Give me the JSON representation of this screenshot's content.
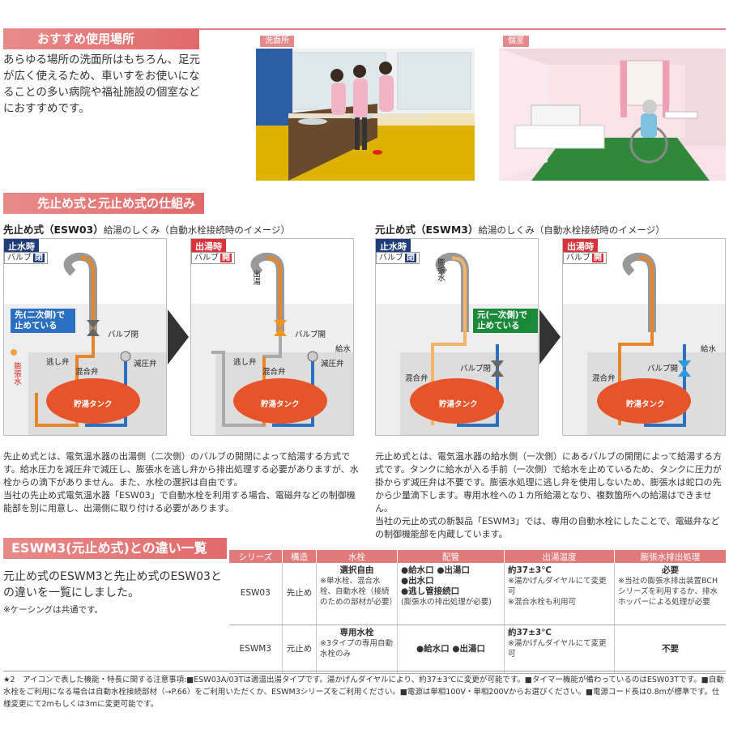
{
  "section1": {
    "title": "おすすめ使用場所",
    "intro": "あらゆる場所の洗面所はもちろん、足元が広く使えるため、車いすをお使いになることの多い病院や福祉施設の個室などにおすすめです。",
    "photo1_label": "洗面所",
    "photo2_label": "個室"
  },
  "section2": {
    "title": "先止め式と元止め式の仕組み",
    "left_heading": "先止め式（ESW03）",
    "left_heading_sub": "給湯のしくみ（自動水栓接続時のイメージ）",
    "right_heading": "元止め式（ESWM3）",
    "right_heading_sub": "給湯のしくみ（自動水栓接続時のイメージ）",
    "stop_tag": "止水時",
    "flow_tag": "出湯時",
    "valve_label": "バルブ",
    "valve_closed": "閉",
    "valve_open": "開",
    "callout_left": "先(二次側)で止めている",
    "callout_right": "元(一次側)で止めている",
    "labels": {
      "valve_closed": "バルブ閉",
      "valve_open": "バルブ開",
      "relief": "逃し弁",
      "reducing": "減圧弁",
      "mixing": "混合弁",
      "tank": "貯湯タンク",
      "expansion": "膨張水",
      "outlet": "出湯",
      "inlet": "給水"
    },
    "left_text": "先止め式とは、電気温水器の出湯側（二次側）のバルブの開閉によって給湯する方式です。給水圧力を減圧弁で減圧し、膨張水を逃し弁から排出処理する必要がありますが、水栓からの滴下がありません。また、水栓の選択は自由です。\n当社の先止め式電気温水器「ESW03」で自動水栓を利用する場合、電磁弁などの制御機能部を別に用意し、出湯側に取り付ける必要があります。",
    "right_text": "元止め式とは、電気温水器の給水側（一次側）にあるバルブの開閉によって給湯する方式です。タンクに給水が入る手前（一次側）で給水を止めているため、タンクに圧力が掛からず減圧弁は不要です。膨張水処理に逃し弁を使用しないため、膨張水は蛇口の先から少量滴下します。専用水栓への１カ所給湯となり、複数箇所への給湯はできません。\n当社の元止め式の新製品「ESWM3」では、専用の自動水栓にしたことで、電磁弁などの制御機能部を内蔵しています。"
  },
  "section3": {
    "title": "ESWM3(元止め式)との違い一覧",
    "note": "元止め式のESWM3と先止め式のESW03との違いを一覧にしました。",
    "note_small": "※ケーシングは共通です。",
    "headers": [
      "シリーズ",
      "構造",
      "水栓",
      "配管",
      "出湯温度",
      "膨張水排出処理"
    ],
    "rows": [
      {
        "series": "ESW03",
        "structure": "先止め",
        "faucet": "選択自由",
        "faucet_note": "※単水栓、混合水栓、自動水栓（接続のための部材が必要）",
        "piping": "●給水口 ●出湯口\n●出水口\n●逃し管接続口",
        "piping_note": "(膨張水の排出処理が必要)",
        "temp": "約37±3℃",
        "temp_note": "※湯かげんダイヤルにて変更可\n※混合水栓も利用可",
        "drain": "必要",
        "drain_note": "※当社の膨張水排出装置BCHシリーズを利用するか、排水ホッパーによる処理が必要"
      },
      {
        "series": "ESWM3",
        "structure": "元止め",
        "faucet": "専用水栓",
        "faucet_note": "※3タイプの専用自動水栓のみ",
        "piping": "●給水口 ●出湯口",
        "piping_note": "",
        "temp": "約37±3℃",
        "temp_note": "※湯かげんダイヤルにて変更可",
        "drain": "不要",
        "drain_note": ""
      }
    ]
  },
  "footnote": "★2　アイコンで表した機能・特長に関する注意事項:■ESW03A/03Tは適温出湯タイプです。湯かげんダイヤルにより、約37±3℃に変更が可能です。■タイマー機能が備わっているのはESW03Tです。■自動水栓をご利用になる場合は自動水栓接続部材（→P.66）をご利用いただくか、ESWM3シリーズをご利用ください。■電源は単相100V・単相200Vからお選びください。■電源コード長は0.8mが標準です。仕様変更にて2mもしくは3mに変更可能です。",
  "colors": {
    "accent": "#e06a6a",
    "navy": "#1f3d7a",
    "red": "#d9323a",
    "blue_pipe": "#2a6fc0",
    "hot_pipe": "#e8842a",
    "tank": "#e8542a"
  }
}
